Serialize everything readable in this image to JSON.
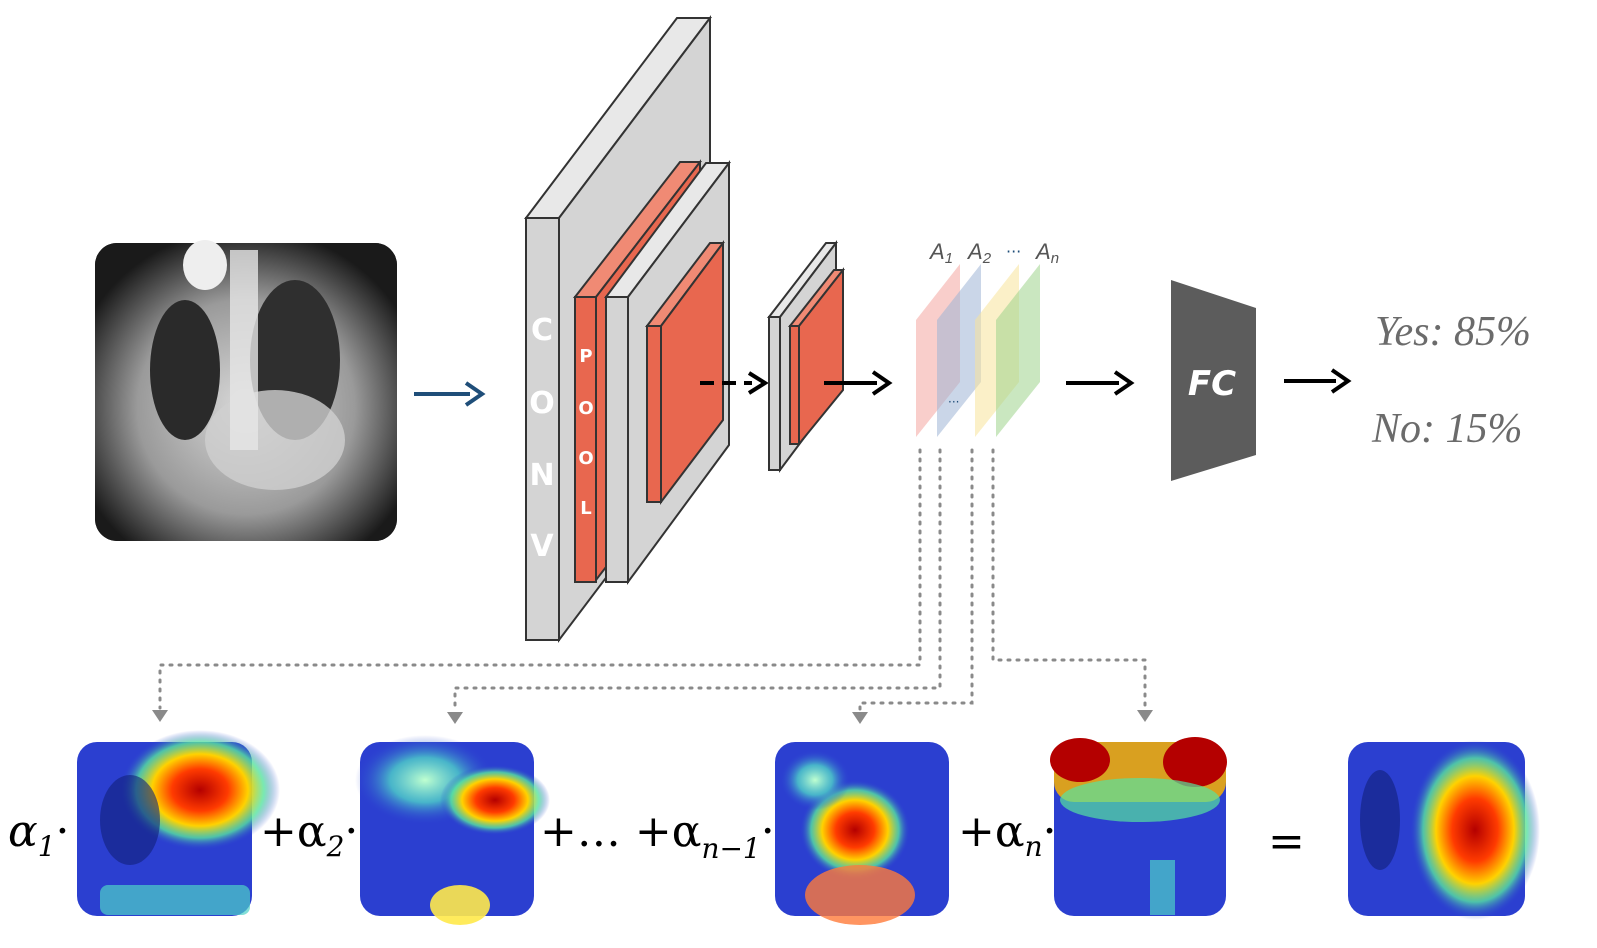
{
  "diagram": {
    "conv_letters": [
      "C",
      "O",
      "N",
      "V"
    ],
    "pool_letters": [
      "P",
      "O",
      "O",
      "L"
    ],
    "activation_labels": {
      "a1": "A",
      "a1_sub": "1",
      "a2": "A",
      "a2_sub": "2",
      "dots": "···",
      "an": "A",
      "an_sub": "n",
      "mid_dots": "···"
    },
    "fc_label": "FC",
    "outputs": [
      {
        "label": "Yes: 85%"
      },
      {
        "label": "No: 15%"
      }
    ],
    "equation": {
      "term1": "α",
      "term1_sub": "1",
      "dot": "·",
      "plus_a2": "+α",
      "term2_sub": "2",
      "ellipsis": "+… +α",
      "term_n1_sub": "n−1",
      "plus_an": "+α",
      "term_n_sub": "n",
      "equals": "="
    },
    "colors": {
      "layer_gray": "#d4d4d4",
      "pool_red": "#e8674f",
      "fc_gray": "#5c5c5c",
      "arrow_blue": "#1f4e79"
    }
  }
}
